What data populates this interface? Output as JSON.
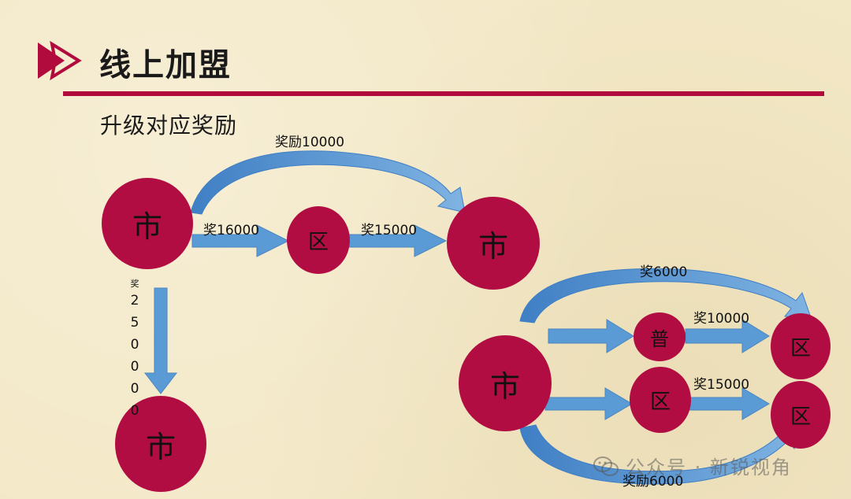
{
  "header": {
    "title": "线上加盟",
    "subtitle": "升级对应奖励"
  },
  "nodes": {
    "city_left": "市",
    "district_mid": "区",
    "city_right": "市",
    "city_bottom": "市",
    "city_br": "市",
    "pu": "普",
    "district_br_mid": "区",
    "district_br_top": "区",
    "district_br_bottom": "区"
  },
  "labels": {
    "reward_10000_arc": "奖励10000",
    "reward_16000": "奖16000",
    "reward_15000_top": "奖15000",
    "reward_6000_arc": "奖6000",
    "reward_10000": "奖10000",
    "reward_15000_br": "奖15000",
    "reward_6000_bottom": "奖励6000",
    "vertical_prefix": "奖",
    "vertical_digits": [
      "2",
      "5",
      "0",
      "0",
      "0",
      "0"
    ]
  },
  "watermark": {
    "text": "公众号 · 新锐视角"
  },
  "colors": {
    "accent": "#b00b3c",
    "node": "#b10d43",
    "arrow": "#5b9bd5"
  }
}
